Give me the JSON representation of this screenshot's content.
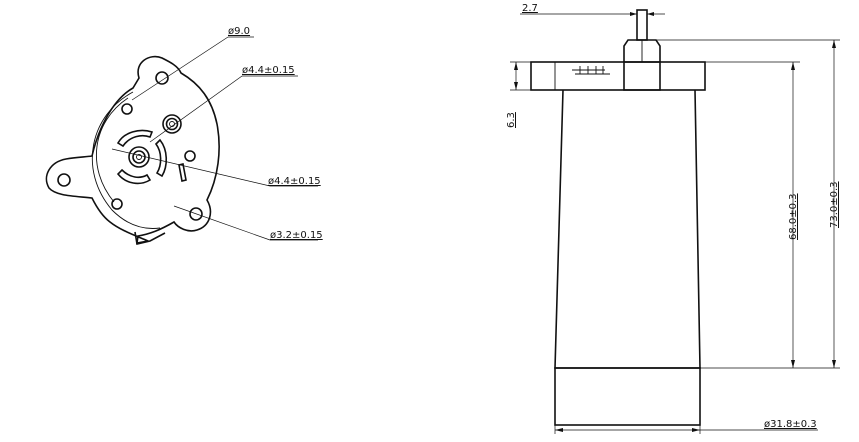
{
  "front_view": {
    "dim_outer_hole": "ø9.0",
    "dim_upper_hole": "ø4.4±0.15",
    "dim_center_hole": "ø4.4±0.15",
    "dim_mount_hole": "ø3.2±0.15"
  },
  "side_view": {
    "dim_shaft_width": "2.7",
    "dim_flange_height": "6.3",
    "dim_body_length": "68.0±0.3",
    "dim_total_length": "73.0±0.3",
    "dim_diameter": "ø31.8±0.3"
  }
}
